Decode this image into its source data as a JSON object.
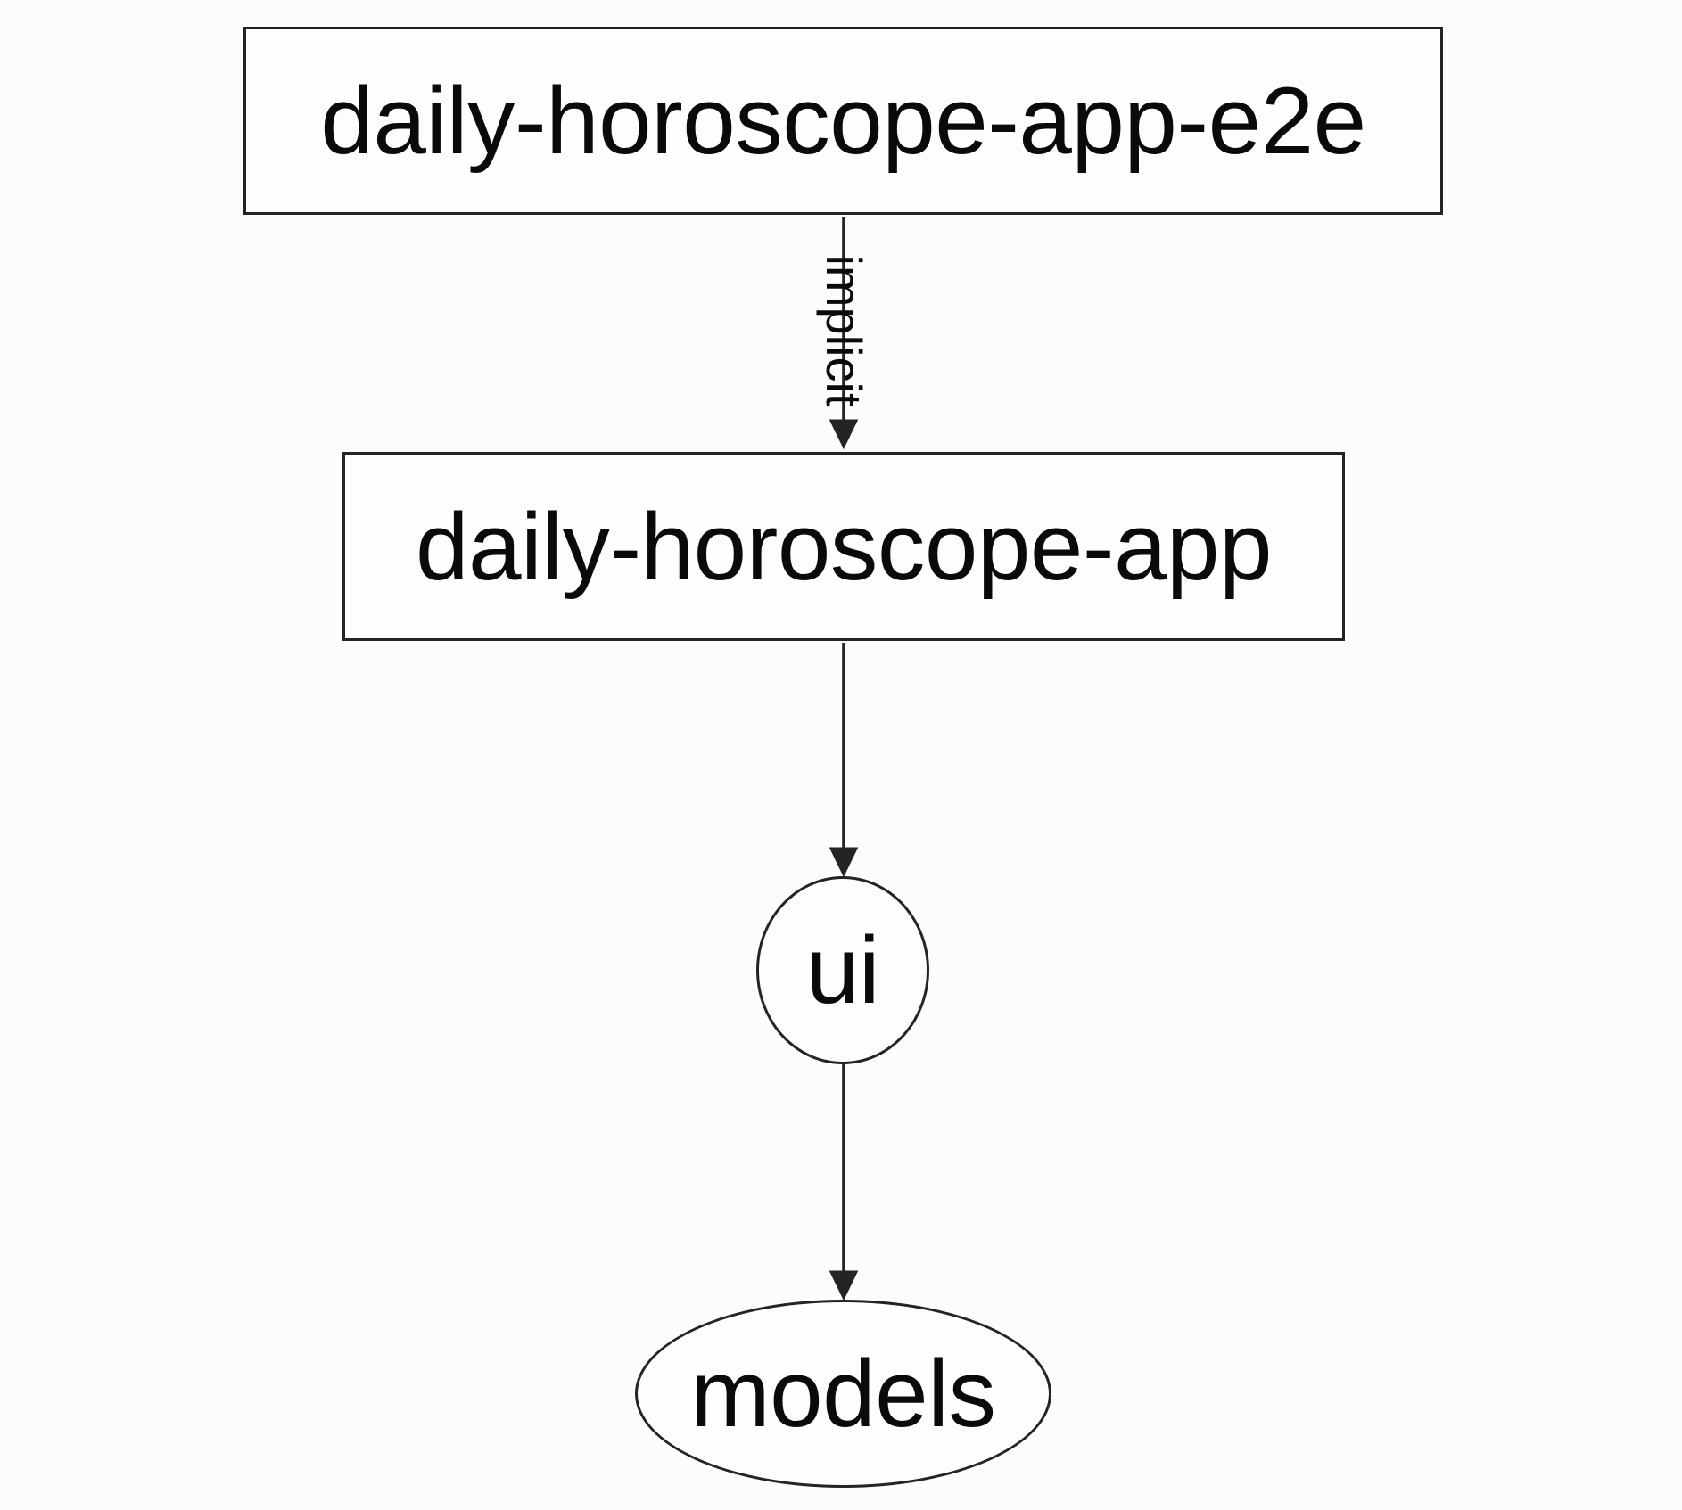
{
  "colors": {
    "bg": "#fcfcfc",
    "node-fill": "#fdfdfd",
    "stroke": "#242424",
    "text": "#0a0a0a"
  },
  "graph": {
    "type": "dependency-graph",
    "nodes": [
      {
        "label": "daily-horoscope-app-e2e",
        "shape": "rectangle"
      },
      {
        "label": "daily-horoscope-app",
        "shape": "rectangle"
      },
      {
        "label": "ui",
        "shape": "ellipse"
      },
      {
        "label": "models",
        "shape": "ellipse"
      }
    ],
    "edges": [
      {
        "from": "daily-horoscope-app-e2e",
        "to": "daily-horoscope-app",
        "label": "implicit"
      },
      {
        "from": "daily-horoscope-app",
        "to": "ui",
        "label": ""
      },
      {
        "from": "ui",
        "to": "models",
        "label": ""
      }
    ]
  }
}
